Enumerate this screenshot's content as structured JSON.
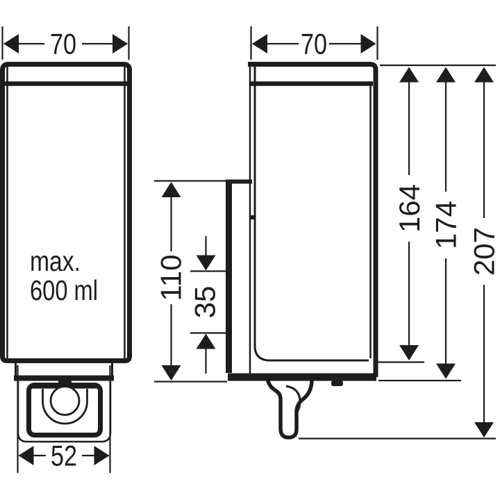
{
  "drawing": {
    "colors": {
      "line": "#1d1d1b",
      "background": "#ffffff"
    },
    "front_view": {
      "width_label": "70",
      "capacity_line1": "max.",
      "capacity_line2": "600 ml",
      "pump_width_label": "52"
    },
    "side_view": {
      "depth_label": "70",
      "bracket_height_label": "110",
      "slot_offset_label": "35",
      "body_height_label": "164",
      "mount_height_label": "174",
      "overall_height_label": "207"
    }
  }
}
